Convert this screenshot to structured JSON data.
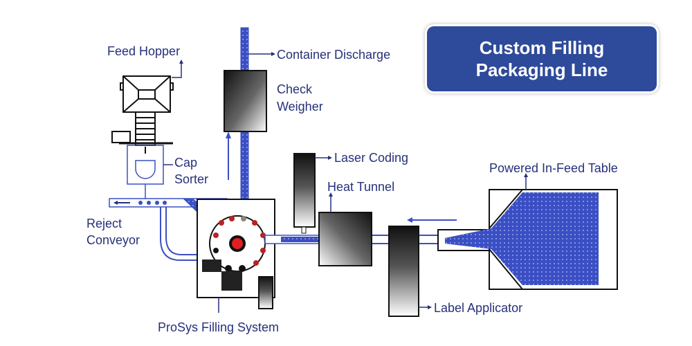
{
  "title": {
    "line1": "Custom Filling",
    "line2": "Packaging Line"
  },
  "labels": {
    "feed_hopper": "Feed Hopper",
    "container_discharge": "Container Discharge",
    "check": "Check",
    "weigher": "Weigher",
    "cap": "Cap",
    "sorter": "Sorter",
    "laser_coding": "Laser Coding",
    "heat_tunnel": "Heat Tunnel",
    "powered_infeed_table": "Powered In-Feed Table",
    "reject": "Reject",
    "conveyor": "Conveyor",
    "label_applicator": "Label Applicator",
    "prosys_filling_system": "ProSys Filling System"
  },
  "colors": {
    "accent": "#2e4a9a",
    "label_text": "#26307a",
    "conveyor": "#3b4fc4",
    "rotor_center": "#e02020"
  }
}
